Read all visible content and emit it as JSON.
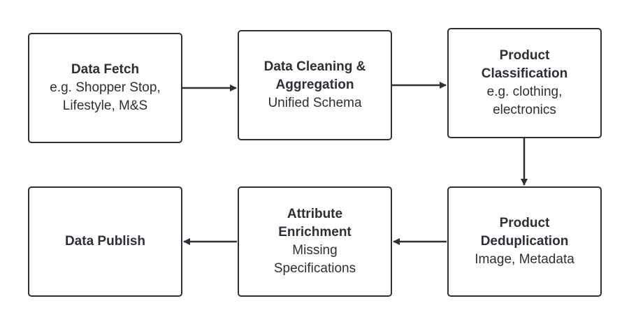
{
  "nodes": {
    "fetch": {
      "title": "Data Fetch",
      "sub": "e.g. Shopper Stop,\nLifestyle, M&S"
    },
    "cleaning": {
      "title": "Data Cleaning &\nAggregation",
      "sub": "Unified Schema"
    },
    "classification": {
      "title": "Product\nClassification",
      "sub": "e.g. clothing,\nelectronics"
    },
    "dedup": {
      "title": "Product\nDeduplication",
      "sub": "Image, Metadata"
    },
    "enrichment": {
      "title": "Attribute\nEnrichment",
      "sub": "Missing\nSpecifications"
    },
    "publish": {
      "title": "Data Publish"
    }
  },
  "edges": [
    {
      "from": "Data Fetch",
      "to": "Data Cleaning & Aggregation"
    },
    {
      "from": "Data Cleaning & Aggregation",
      "to": "Product Classification"
    },
    {
      "from": "Product Classification",
      "to": "Product Deduplication"
    },
    {
      "from": "Product Deduplication",
      "to": "Attribute Enrichment"
    },
    {
      "from": "Attribute Enrichment",
      "to": "Data Publish"
    }
  ],
  "colors": {
    "stroke": "#2b2f36",
    "background": "#ffffff"
  }
}
